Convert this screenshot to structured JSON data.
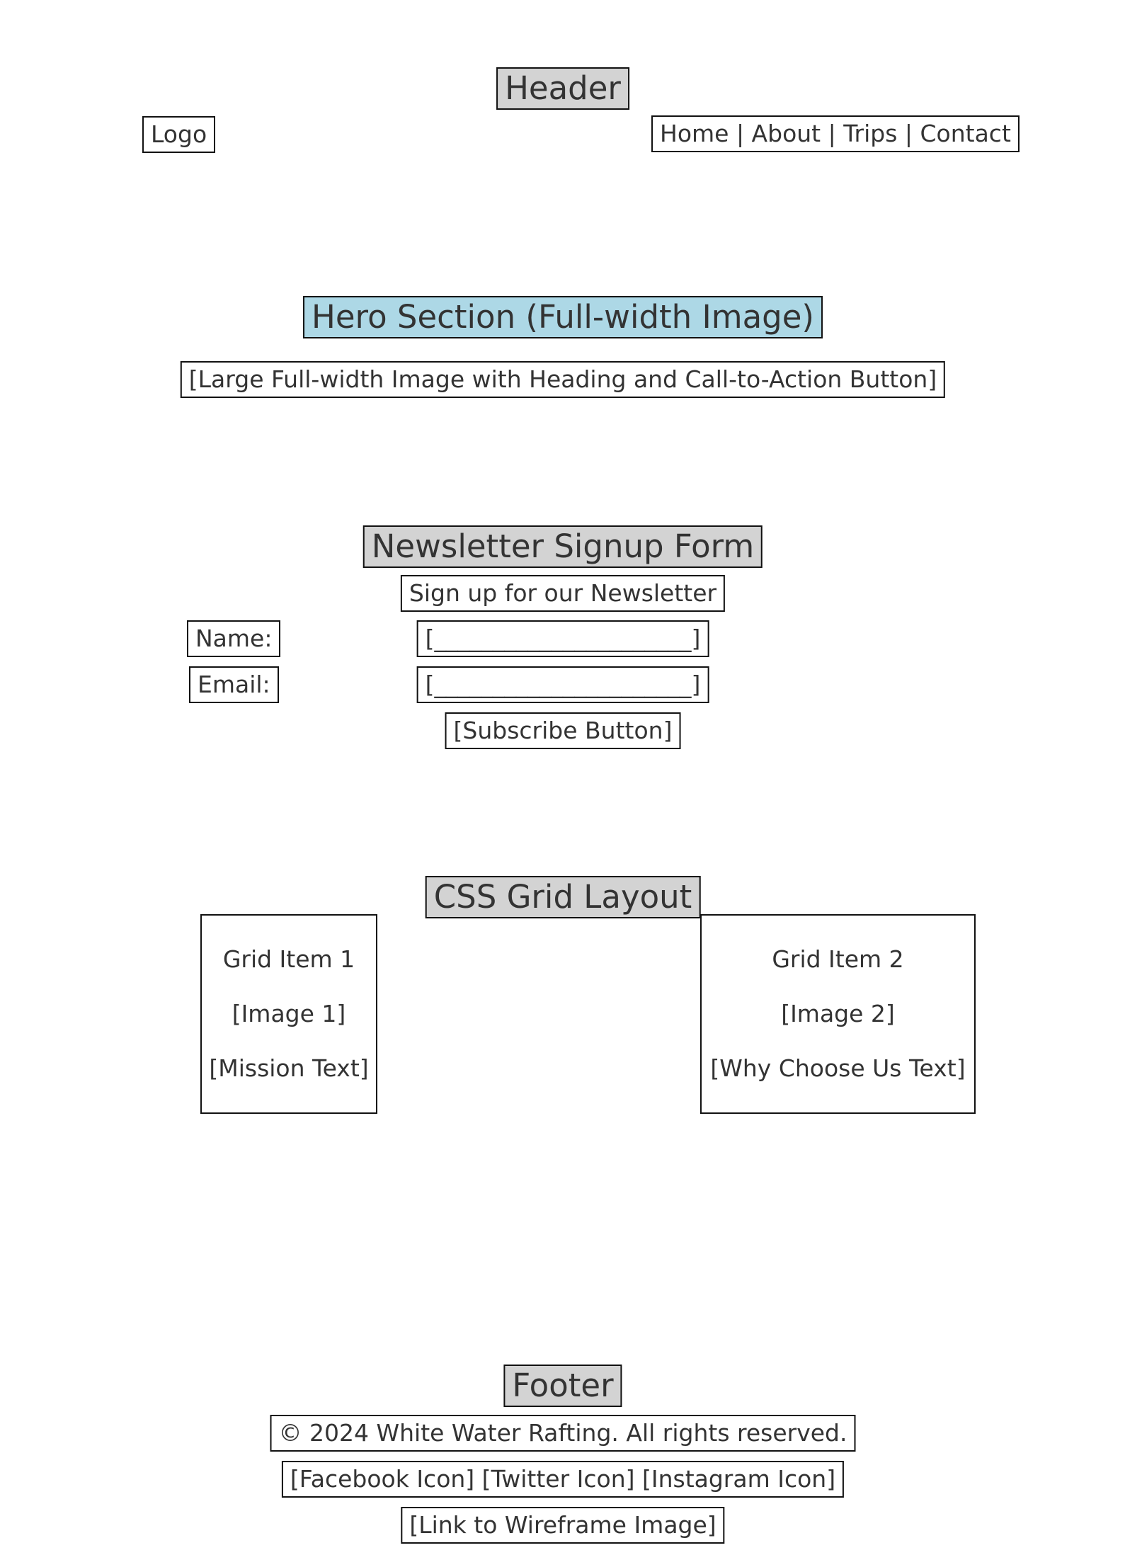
{
  "header": {
    "title": "Header",
    "logo": "Logo",
    "nav": "Home | About | Trips | Contact"
  },
  "hero": {
    "title": "Hero Section (Full-width Image)",
    "content": "[Large Full-width Image with Heading and Call-to-Action Button]"
  },
  "newsletter": {
    "title": "Newsletter Signup Form",
    "subtitle": "Sign up for our Newsletter",
    "name_label": "Name:",
    "name_field": "[______________________]",
    "email_label": "Email:",
    "email_field": "[______________________]",
    "subscribe_button": "[Subscribe Button]"
  },
  "grid": {
    "title": "CSS Grid Layout",
    "item1": {
      "line1": "Grid Item 1",
      "line2": "[Image 1]",
      "line3": "[Mission Text]"
    },
    "item2": {
      "line1": "Grid Item 2",
      "line2": "[Image 2]",
      "line3": "[Why Choose Us Text]"
    }
  },
  "footer": {
    "title": "Footer",
    "copyright": "© 2024 White Water Rafting. All rights reserved.",
    "social": "[Facebook Icon] [Twitter Icon] [Instagram Icon]",
    "wireframe_link": "[Link to Wireframe Image]"
  },
  "colors": {
    "section_title_bg": "#d3d3d3",
    "hero_title_bg": "#add8e6",
    "border": "#111111",
    "text": "#333333"
  }
}
